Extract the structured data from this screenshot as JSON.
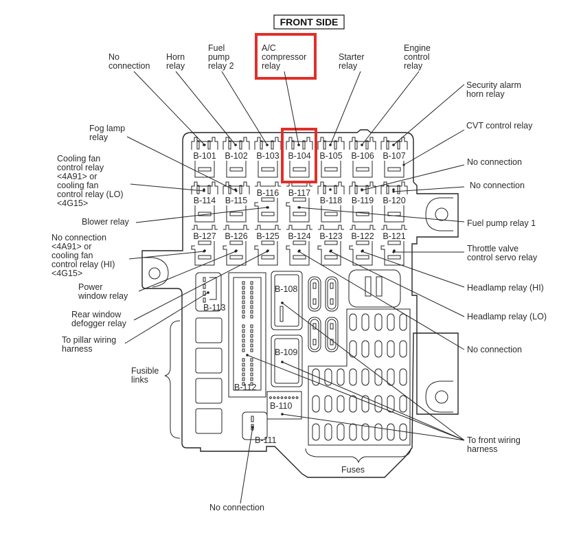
{
  "title": "FRONT SIDE",
  "highlight_color": "#e0302a",
  "relay_codes": {
    "row1": [
      "B-101",
      "B-102",
      "B-103",
      "B-104",
      "B-105",
      "B-106",
      "B-107"
    ],
    "row2": [
      "B-114",
      "B-115",
      "B-116",
      "B-117",
      "B-118",
      "B-119",
      "B-120"
    ],
    "row3": [
      "B-127",
      "B-126",
      "B-125",
      "B-124",
      "B-123",
      "B-122",
      "B-121"
    ]
  },
  "connector_codes": {
    "b108": "B-108",
    "b109": "B-109",
    "b110": "B-110",
    "b111": "B-111",
    "b112": "B-112",
    "b113": "B-113"
  },
  "labels": {
    "no_connection_top": [
      "No",
      "connection"
    ],
    "horn_relay": [
      "Horn",
      "relay"
    ],
    "fuel_pump_relay_2": [
      "Fuel",
      "pump",
      "relay 2"
    ],
    "ac_compressor_relay": [
      "A/C",
      "compressor",
      "relay"
    ],
    "starter_relay": [
      "Starter",
      "relay"
    ],
    "engine_control_relay": [
      "Engine",
      "control",
      "relay"
    ],
    "security_alarm_horn_relay": [
      "Security alarm",
      "horn relay"
    ],
    "cvt_control_relay": [
      "CVT control relay"
    ],
    "no_connection_r1": [
      "No connection"
    ],
    "no_connection_r2": [
      "No connection"
    ],
    "fog_lamp_relay": [
      "Fog lamp",
      "relay"
    ],
    "cooling_fan_lo": [
      "Cooling fan",
      "control relay",
      "<4A91> or",
      "cooling fan",
      "control relay (LO)",
      "<4G15>"
    ],
    "blower_relay": [
      "Blower relay"
    ],
    "fuel_pump_relay_1": [
      "Fuel pump relay 1"
    ],
    "no_connection_hi": [
      "No connection",
      "<4A91> or",
      "cooling fan",
      "control relay (HI)",
      "<4G15>"
    ],
    "throttle_valve": [
      "Throttle valve",
      "control servo relay"
    ],
    "power_window_relay": [
      "Power",
      "window relay"
    ],
    "headlamp_hi": [
      "Headlamp relay (HI)"
    ],
    "rear_window_defogger": [
      "Rear window",
      "defogger relay"
    ],
    "headlamp_lo": [
      "Headlamp relay (LO)"
    ],
    "to_pillar_wiring": [
      "To pillar wiring",
      "harness"
    ],
    "no_connection_r3": [
      "No connection"
    ],
    "fusible_links": [
      "Fusible",
      "links"
    ],
    "to_front_wiring": [
      "To front wiring",
      "harness"
    ],
    "fuses": [
      "Fuses"
    ],
    "no_connection_bottom": [
      "No connection"
    ]
  }
}
